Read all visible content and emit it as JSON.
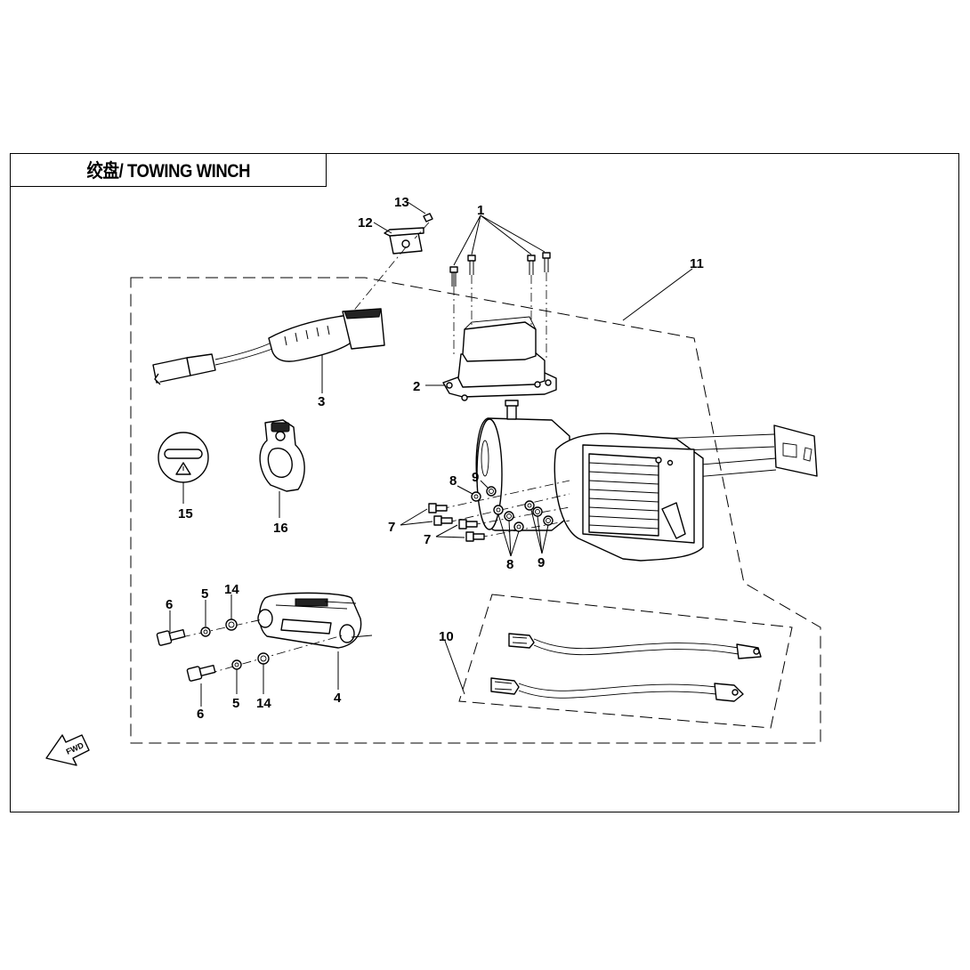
{
  "title": "绞盘/ TOWING WINCH",
  "labels": {
    "p1": "1",
    "p2": "2",
    "p3": "3",
    "p4": "4",
    "p5a": "5",
    "p5b": "5",
    "p6a": "6",
    "p6b": "6",
    "p7a": "7",
    "p7b": "7",
    "p8a": "8",
    "p8b": "8",
    "p9a": "9",
    "p9b": "9",
    "p10": "10",
    "p11": "11",
    "p12": "12",
    "p13": "13",
    "p14a": "14",
    "p14b": "14",
    "p15": "15",
    "p16": "16"
  },
  "fwd_arrow_text": "FWD"
}
